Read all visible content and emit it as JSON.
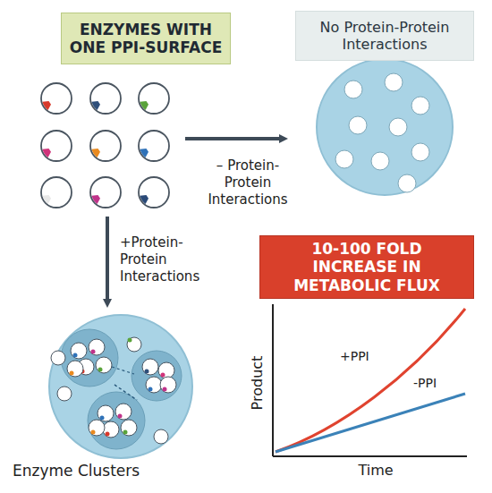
{
  "diagram": {
    "nodes": [
      {
        "text": [
          "ENZYMES WITH ONE PPI-SURFACE"
        ]
      },
      {
        "text": [
          "No Protein-Protein Interactions"
        ]
      },
      {
        "text": [
          "10-100 FOLD INCREASE IN METABOLIC FLUX"
        ]
      }
    ],
    "labels": [
      "– Protein- Protein Interactions",
      "+Protein- Protein Interactions",
      "Enzyme Clusters",
      "Product",
      "Time",
      "+PPI",
      "-PPI"
    ]
  }
}
